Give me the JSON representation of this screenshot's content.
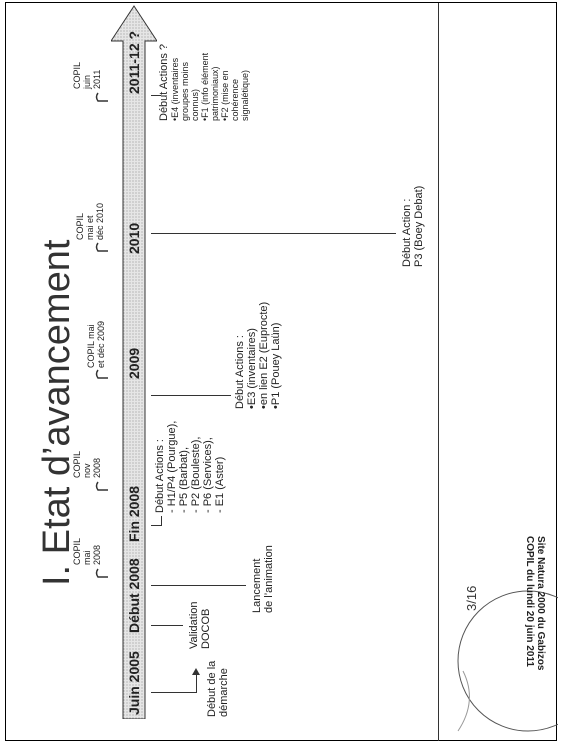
{
  "slide": {
    "title": "I. Etat d’avancement",
    "page_number": "3/16",
    "footer_line1": "Site Natura 2000 du Gabizos",
    "footer_line2": "COPIL du lundi 20 juin 2011"
  },
  "timeline": {
    "labels": [
      "Juin 2005",
      "Début 2008",
      "Fin 2008",
      "2009",
      "2010",
      "2011-12 ?"
    ]
  },
  "copils": {
    "c1": [
      "COPIL",
      "mai",
      "2008"
    ],
    "c2": [
      "COPIL",
      "nov",
      "2008"
    ],
    "c3": [
      "COPIL mai",
      "et déc 2009"
    ],
    "c4": [
      "COPIL",
      "mai et",
      "déc 2010"
    ],
    "c5": [
      "COPIL",
      "juin",
      "2011"
    ]
  },
  "events": {
    "e1": [
      "Début de la",
      "démarche"
    ],
    "e2": [
      "Validation",
      "DOCOB"
    ],
    "e3": [
      "Lancement",
      "de l’animation"
    ],
    "e4": [
      "Début Actions :",
      "- H1/P4 (Pourgue),",
      "- P5 (Barbat),",
      "- P2 (Bouleste),",
      "- P6 (Services),",
      "- E1 (Aster)"
    ],
    "e5": [
      "Début Actions :",
      "•E3 (inventaires)",
      "•en lien E2 (Euprocte)",
      "•P1 (Pouey Laün)"
    ],
    "e6": [
      "Début Action :",
      "P3 (Boey Debat)"
    ],
    "e7": [
      "Début Actions ?",
      "•E4 (inventaires",
      "groupes moins",
      "connus)",
      "•F1 (info élément",
      "patrimoniaux)",
      "•F2 (mise en",
      "cohérence",
      "signalétique)"
    ]
  }
}
